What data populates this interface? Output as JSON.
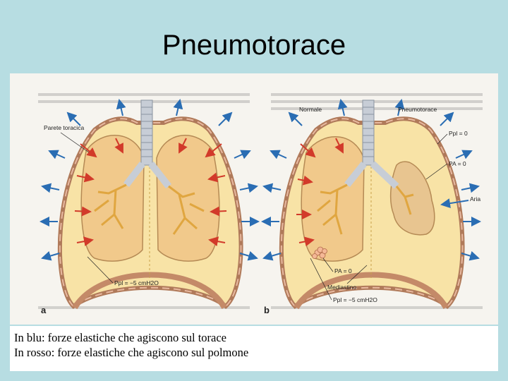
{
  "title": "Pneumotorace",
  "figure": {
    "panel_a": {
      "letter": "a",
      "label_wall": "Parete toracica",
      "label_pressure": "Ppl = −5 cmH2O"
    },
    "panel_b": {
      "letter": "b",
      "label_normal": "Normale",
      "label_pneumo": "Pneumotorace",
      "label_ppl0": "Ppl = 0",
      "label_pa0_right": "PA = 0",
      "label_air": "Aria",
      "label_pa0_left": "PA = 0",
      "label_mediastino": "Mediastino",
      "label_ppl5": "Ppl = −5 cmH2O"
    }
  },
  "caption": {
    "line1": "In blu: forze elastiche che agiscono sul torace",
    "line2": "In rosso: forze elastiche che agiscono sul polmone"
  },
  "colors": {
    "background": "#b7dde2",
    "blue_arrows": "#2a6db3",
    "red_arrows": "#d23a2a",
    "lung": "#f1c98b",
    "cavity": "#f8e3a6"
  }
}
